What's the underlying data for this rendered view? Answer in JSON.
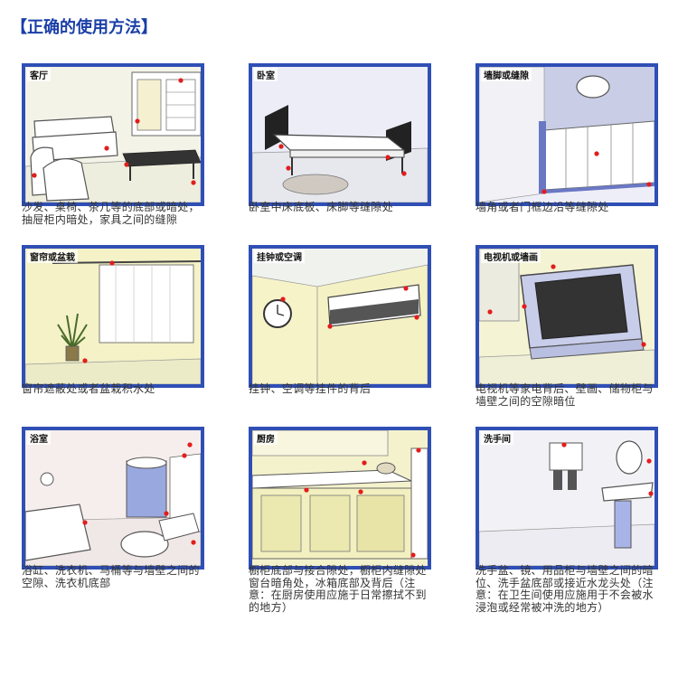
{
  "page": {
    "title": "【正确的使用方法】"
  },
  "colors": {
    "frame": "#2f4fb5",
    "dot": "#e21d1d",
    "title": "#1a3fa8"
  },
  "panels": [
    {
      "label": "客厅",
      "caption": "沙发、桌椅、茶几等的底部或暗处，抽屉柜内暗处，家具之间的缝隙"
    },
    {
      "label": "卧室",
      "caption": "卧室中床底板、床脚等缝隙处"
    },
    {
      "label": "墙脚或缝隙",
      "caption": "墙角或者门框边沿等缝隙处"
    },
    {
      "label": "窗帘或盆栽",
      "caption": "窗帘遮蔽处或者盆栽积水处"
    },
    {
      "label": "挂钟或空调",
      "caption": "挂钟、空调等挂件的背后"
    },
    {
      "label": "电视机或墙画",
      "caption": "电视机等家电背后、壁画、储物柜与墙壁之间的空隙暗位"
    },
    {
      "label": "浴室",
      "caption": "浴缸、洗衣机、马桶等与墙壁之间的空隙、洗衣机底部"
    },
    {
      "label": "厨房",
      "caption": "橱柜底部与接合隙处，橱柜内缝隙处窗台暗角处，冰箱底部及背后（注意：在厨房使用应施于日常擦拭不到的地方）"
    },
    {
      "label": "洗手间",
      "caption": "洗手盆、镜、用品柜与墙壁之间的暗位、洗手盆底部或接近水龙头处（注意：在卫生间使用应施用于不会被水浸泡或经常被冲洗的地方）"
    }
  ]
}
